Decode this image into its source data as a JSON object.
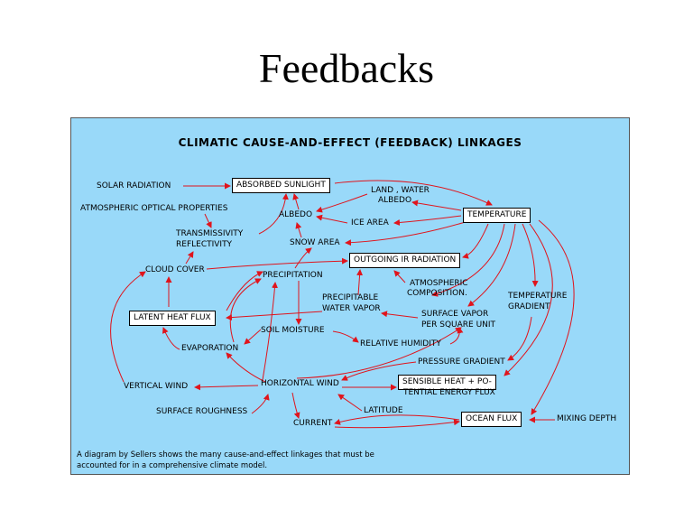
{
  "slide": {
    "title": "Feedbacks"
  },
  "diagram": {
    "title": "CLIMATIC CAUSE-AND-EFFECT (FEEDBACK) LINKAGES",
    "caption_line1": "A diagram by Sellers shows the many cause-and-effect linkages that must be",
    "caption_line2": "accounted for in a comprehensive climate model.",
    "nodes": {
      "solar_radiation": "SOLAR RADIATION",
      "absorbed_sunlight": "ABSORBED SUNLIGHT",
      "land_water_albedo_1": "LAND , WATER",
      "land_water_albedo_2": "ALBEDO",
      "temperature": "TEMPERATURE",
      "atmospheric_optical_properties": "ATMOSPHERIC OPTICAL PROPERTIES",
      "albedo": "ALBEDO",
      "ice_area": "ICE AREA",
      "transmissivity": "TRANSMISSIVITY",
      "reflectivity": "REFLECTIVITY",
      "snow_area": "SNOW AREA",
      "cloud_cover": "CLOUD COVER",
      "outgoing_ir_radiation": "OUTGOING IR RADIATION",
      "precipitation": "PRECIPITATION",
      "atmospheric_composition_1": "ATMOSPHERIC",
      "atmospheric_composition_2": "COMPOSITION.",
      "temperature_gradient_1": "TEMPERATURE",
      "temperature_gradient_2": "GRADIENT",
      "precipitable_water_vapor_1": "PRECIPITABLE",
      "precipitable_water_vapor_2": "WATER VAPOR",
      "latent_heat_flux": "LATENT HEAT FLUX",
      "surface_vapor_1": "SURFACE VAPOR",
      "surface_vapor_2": "PER SQUARE UNIT",
      "soil_moisture": "SOIL MOISTURE",
      "relative_humidity": "RELATIVE HUMIDITY",
      "evaporation": "EVAPORATION",
      "pressure_gradient": "PRESSURE GRADIENT",
      "vertical_wind": "VERTICAL WIND",
      "horizontal_wind": "HORIZONTAL WIND",
      "sensible_heat_1": "SENSIBLE HEAT + PO-",
      "sensible_heat_2": "TENTIAL ENERGY FLUX",
      "surface_roughness": "SURFACE ROUGHNESS",
      "latitude": "LATITUDE",
      "current": "CURRENT",
      "ocean_flux": "OCEAN FLUX",
      "mixing_depth": "MIXING DEPTH"
    }
  },
  "colors": {
    "panel_background": "#99d9f9",
    "arrow": "#e0141c",
    "box_fill": "#ffffff"
  }
}
